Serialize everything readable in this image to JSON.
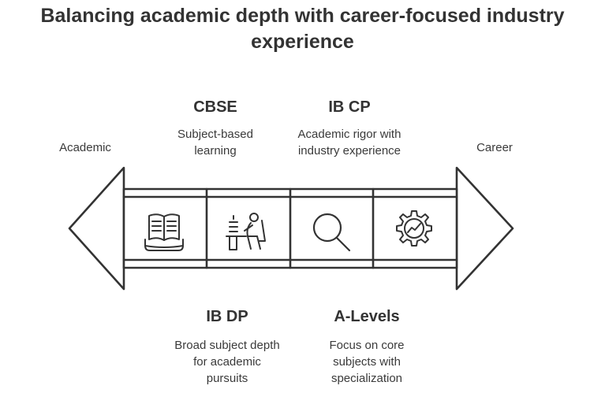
{
  "title": {
    "line1": "Balancing academic depth with career-focused industry",
    "line2": "experience"
  },
  "ends": {
    "left": "Academic",
    "right": "Career"
  },
  "stages": [
    {
      "name": "CBSE",
      "description": [
        "Subject-based",
        "learning"
      ],
      "icon": "open-book-icon"
    },
    {
      "name": "IB DP",
      "description": [
        "Broad subject depth",
        "for academic",
        "pursuits"
      ],
      "icon": "student-desk-icon"
    },
    {
      "name": "IB CP",
      "description": [
        "Academic rigor with",
        "industry experience"
      ],
      "icon": "magnifying-glass-icon"
    },
    {
      "name": "A-Levels",
      "description": [
        "Focus on core",
        "subjects with",
        "specialization"
      ],
      "icon": "gear-chart-icon"
    }
  ],
  "colors": {
    "stroke": "#333333",
    "text": "#3a3a3a",
    "background": "#ffffff"
  }
}
